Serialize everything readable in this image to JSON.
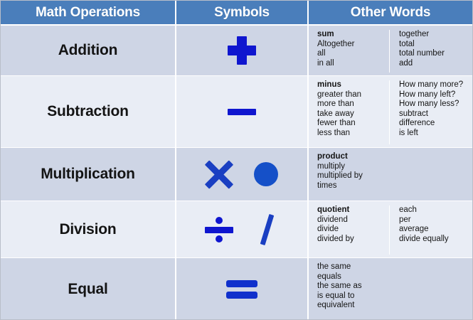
{
  "header": {
    "columns": [
      {
        "label": "Math Operations"
      },
      {
        "label": "Symbols"
      },
      {
        "label": "Other Words"
      }
    ],
    "background_color": "#4a7ebb",
    "text_color": "#ffffff"
  },
  "colors": {
    "row_dark": "#ced5e5",
    "row_light": "#e9edf5",
    "symbol_blue": "#0f16cf",
    "border": "#ffffff",
    "outer_border": "#b9bec9"
  },
  "rows": [
    {
      "operation": "Addition",
      "shade": "dark",
      "symbols": [
        "plus-symbol"
      ],
      "words_col1": [
        "sum",
        "Altogether",
        "all",
        "in all"
      ],
      "words_col2": [
        "together",
        "total",
        "total number",
        "add"
      ],
      "bold_first": true,
      "has_second_column": true
    },
    {
      "operation": "Subtraction",
      "shade": "light",
      "symbols": [
        "minus-symbol"
      ],
      "words_col1": [
        "minus",
        "greater than",
        "more than",
        "take away",
        "fewer than",
        "less than"
      ],
      "words_col2": [
        "How many more?",
        "How many left?",
        "How many less?",
        "subtract",
        "difference",
        "is left"
      ],
      "bold_first": true,
      "has_second_column": true
    },
    {
      "operation": "Multiplication",
      "shade": "dark",
      "symbols": [
        "multiply-cross-symbol",
        "multiply-dot-symbol"
      ],
      "words_col1": [
        "product",
        "multiply",
        "multiplied by",
        "times"
      ],
      "words_col2": [],
      "bold_first": true,
      "has_second_column": false
    },
    {
      "operation": "Division",
      "shade": "light",
      "symbols": [
        "divide-obelus-symbol",
        "divide-slash-symbol"
      ],
      "words_col1": [
        "quotient",
        "dividend",
        "divide",
        "divided by"
      ],
      "words_col2": [
        "each",
        "per",
        "average",
        "divide equally"
      ],
      "bold_first": true,
      "has_second_column": true
    },
    {
      "operation": "Equal",
      "shade": "dark",
      "symbols": [
        "equals-symbol"
      ],
      "words_col1": [
        "the same",
        "equals",
        "the same as",
        "is equal to",
        "equivalent"
      ],
      "words_col2": [],
      "bold_first": false,
      "has_second_column": false
    }
  ]
}
